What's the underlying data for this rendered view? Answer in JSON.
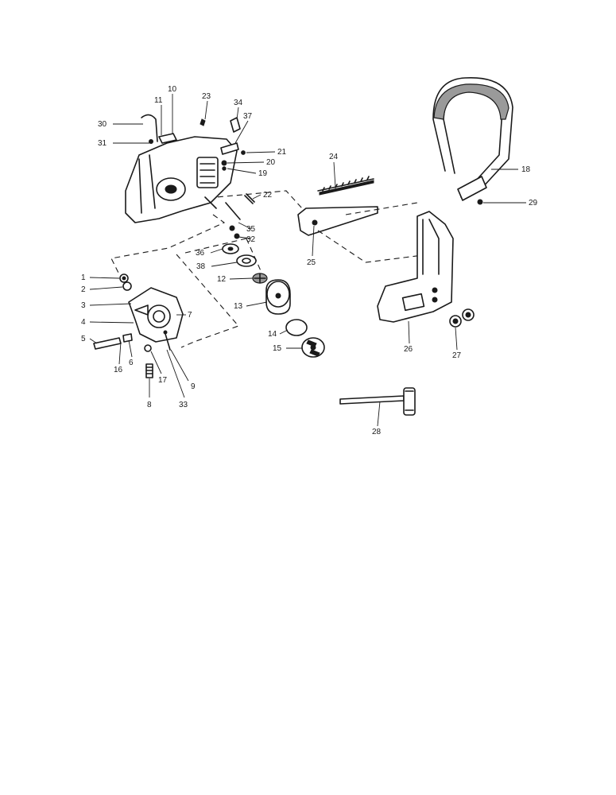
{
  "callouts": [
    {
      "num": "1"
    },
    {
      "num": "2"
    },
    {
      "num": "3"
    },
    {
      "num": "4"
    },
    {
      "num": "5"
    },
    {
      "num": "6"
    },
    {
      "num": "7"
    },
    {
      "num": "8"
    },
    {
      "num": "9"
    },
    {
      "num": "10"
    },
    {
      "num": "11"
    },
    {
      "num": "12"
    },
    {
      "num": "13"
    },
    {
      "num": "14"
    },
    {
      "num": "15"
    },
    {
      "num": "16"
    },
    {
      "num": "17"
    },
    {
      "num": "18"
    },
    {
      "num": "19"
    },
    {
      "num": "20"
    },
    {
      "num": "21"
    },
    {
      "num": "22"
    },
    {
      "num": "23"
    },
    {
      "num": "24"
    },
    {
      "num": "25"
    },
    {
      "num": "26"
    },
    {
      "num": "27"
    },
    {
      "num": "28"
    },
    {
      "num": "29"
    },
    {
      "num": "30"
    },
    {
      "num": "31"
    },
    {
      "num": "32"
    },
    {
      "num": "33"
    },
    {
      "num": "34"
    },
    {
      "num": "35"
    },
    {
      "num": "36"
    },
    {
      "num": "37"
    },
    {
      "num": "38"
    }
  ],
  "colors": {
    "ink": "#1a1a1a",
    "paper": "#ffffff"
  }
}
